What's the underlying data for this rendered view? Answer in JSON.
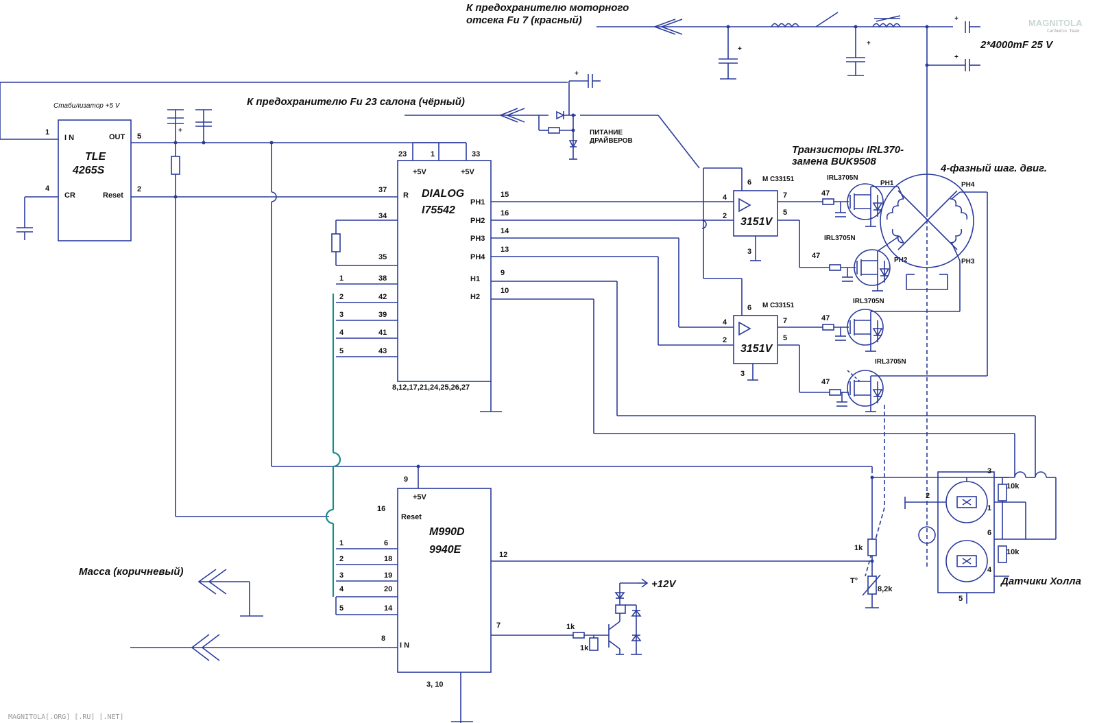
{
  "labels": {
    "fuse_motor_line1": "К предохранителю моторного",
    "fuse_motor_line2": "отсека Fu 7 (красный)",
    "capacitors": "2*4000mF  25 V",
    "fuse_salon": "К предохранителю Fu 23 салона (чёрный)",
    "stabilizer": "Стабилизатор +5 V",
    "driver_power_line1": "ПИТАНИЕ",
    "driver_power_line2": "ДРАЙВЕРОВ",
    "transistors_line1": "Транзисторы IRL370-",
    "transistors_line2": "замена BUK9508",
    "stepper": "4-фазный шаг. двиг.",
    "ground": "Масса (коричневый)",
    "plus12": "+12V",
    "hall": "Датчики Холла",
    "watermark": "MAGNITOLA[.ORG] [.RU] [.NET]",
    "logo": "MAGNITOLA",
    "logo_sub": "CarAudio Team"
  },
  "chips": {
    "tle_name": "TLE",
    "tle_part": "4265S",
    "dialog_name": "DIALOG",
    "dialog_part": "I75542",
    "m990_name": "M990D",
    "m990_part": "9940E",
    "driver1_title": "M C33151",
    "driver1_part": "3151V",
    "driver2_title": "M C33151",
    "driver2_part": "3151V"
  },
  "tle_pins": {
    "in_num": "1",
    "in": "I N",
    "out_num": "5",
    "out": "OUT",
    "cr_num": "4",
    "cr": "CR",
    "reset_num": "2",
    "reset": "Reset"
  },
  "dialog_pins": {
    "p23": "23",
    "p1": "1",
    "p33": "33",
    "vcc1": "+5V",
    "vcc2": "+5V",
    "p37": "37",
    "r": "R",
    "p34": "34",
    "p35": "35",
    "p38": "38",
    "p42": "42",
    "p39": "39",
    "p41": "41",
    "p43": "43",
    "ph1": "PH1",
    "ph2": "PH2",
    "ph3": "PH3",
    "ph4": "PH4",
    "h1": "H1",
    "h2": "H2",
    "p15": "15",
    "p16": "16",
    "p14": "14",
    "p13": "13",
    "p9": "9",
    "p10": "10",
    "gnd": "8,12,17,21,24,25,26,27"
  },
  "bus_pins_top": [
    "1",
    "2",
    "3",
    "4",
    "5"
  ],
  "bus_pins_bottom": [
    "1",
    "2",
    "3",
    "4",
    "5"
  ],
  "m990_pins": {
    "p9": "9",
    "vcc": "+5V",
    "p16": "16",
    "reset": "Reset",
    "p6": "6",
    "p18": "18",
    "p19": "19",
    "p20": "20",
    "p14": "14",
    "p12": "12",
    "p7": "7",
    "p8": "8",
    "in": "I N",
    "gnd": "3, 10"
  },
  "driver_pins": {
    "d1_p6": "6",
    "d1_p4": "4",
    "d1_p2": "2",
    "d1_p7": "7",
    "d1_p5": "5",
    "d1_p3": "3",
    "d2_p6": "6",
    "d2_p4": "4",
    "d2_p2": "2",
    "d2_p7": "7",
    "d2_p5": "5",
    "d2_p3": "3"
  },
  "resistors": {
    "g1": "47",
    "g2": "47",
    "g3": "47",
    "g4": "47",
    "r1k_a": "1k",
    "r1k_b": "1k",
    "r1k_c": "1k",
    "r8k2": "8,2k",
    "r10k_a": "10k",
    "r10k_b": "10k",
    "thermistor": "T°"
  },
  "mosfets": [
    "IRL3705N",
    "IRL3705N",
    "IRL3705N",
    "IRL3705N"
  ],
  "phases": {
    "ph1_fet": "PH1",
    "ph2_fet": "PH2",
    "ph4_motor": "PH4",
    "ph3_motor": "PH3"
  },
  "hall_pins": {
    "h3": "3",
    "h1": "1",
    "h2": "2",
    "h6": "6",
    "h4": "4",
    "h5": "5"
  }
}
